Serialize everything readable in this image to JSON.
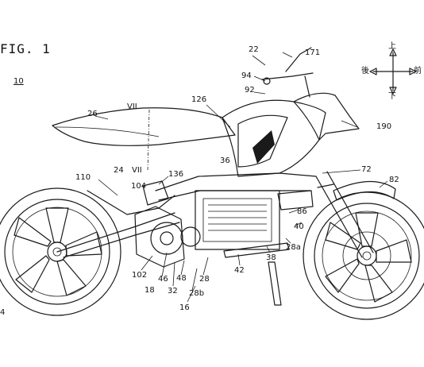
{
  "figure_title": "FIG. 1",
  "figure_number": "10",
  "direction_labels": {
    "up": "上",
    "down": "下",
    "rear": "後",
    "front": "前"
  },
  "section_marks": {
    "upper": "VII",
    "lower": "VII"
  },
  "reference_numerals": {
    "n22": "22",
    "n171": "171",
    "n94": "94",
    "n92": "92",
    "n126": "126",
    "n26": "26",
    "n190": "190",
    "n110": "110",
    "n24": "24",
    "n136": "136",
    "n36": "36",
    "n72": "72",
    "n82": "82",
    "n104": "104",
    "n86": "86",
    "n40": "40",
    "n28a": "28a",
    "n38": "38",
    "n42": "42",
    "n102": "102",
    "n46": "46",
    "n48": "48",
    "n28": "28",
    "n18": "18",
    "n32": "32",
    "n28b": "28b",
    "n16": "16",
    "n4": "4"
  }
}
